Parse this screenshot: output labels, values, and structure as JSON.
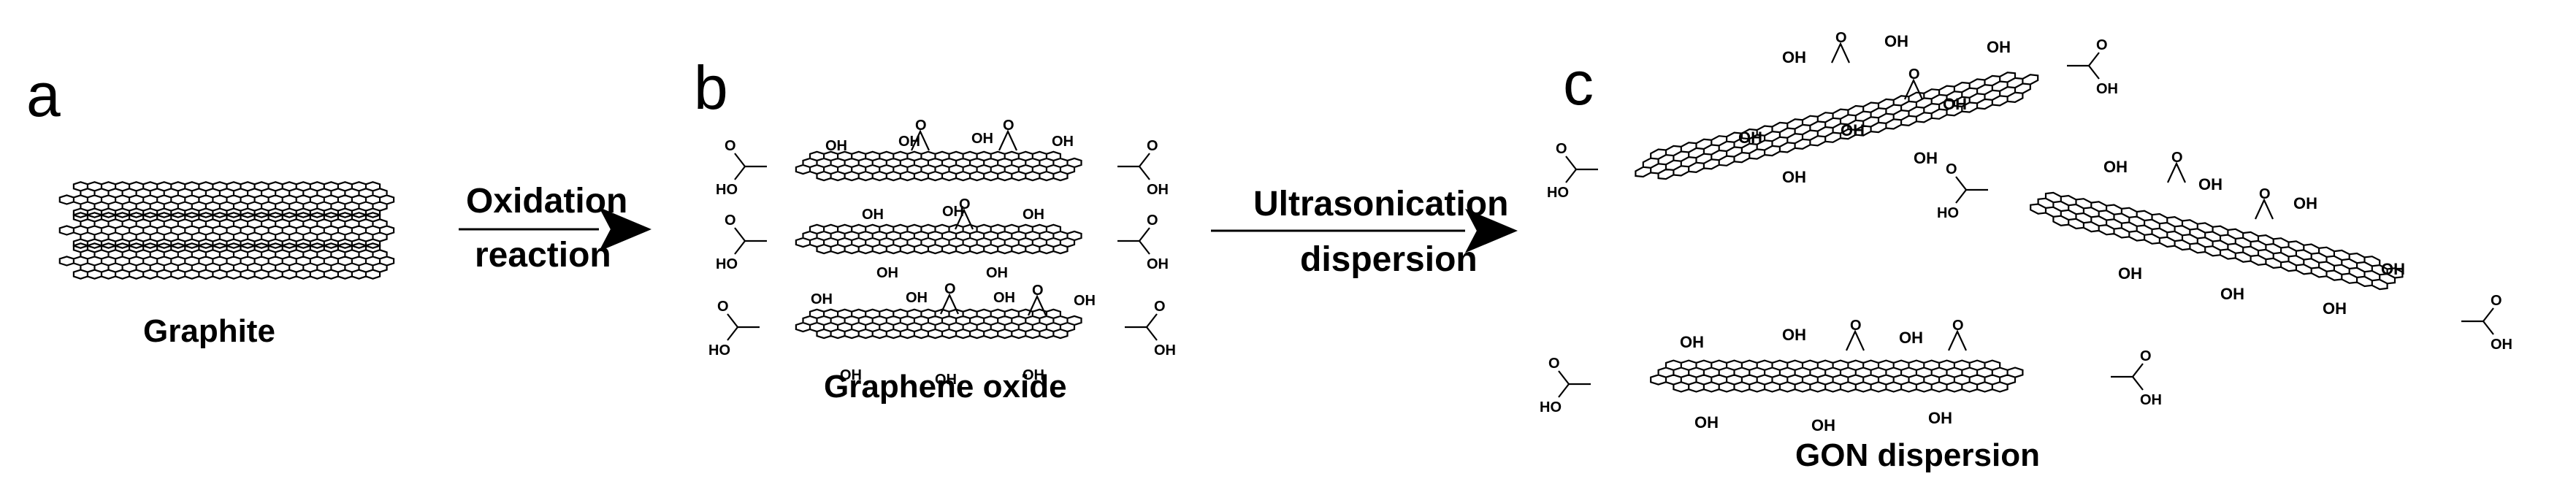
{
  "panels": {
    "a": {
      "letter": "a",
      "caption": "Graphite"
    },
    "b": {
      "letter": "b",
      "caption": "Graphene oxide"
    },
    "c": {
      "letter": "c",
      "caption": "GON dispersion"
    }
  },
  "arrows": {
    "first": {
      "line1": "Oxidation",
      "line2": "reaction"
    },
    "second": {
      "line1": "Ultrasonication",
      "line2": "dispersion"
    }
  },
  "groups": {
    "hydroxyl": "OH",
    "carboxyl": "HO",
    "carboxyl_o": "O"
  },
  "colors": {
    "line": "#000000",
    "background": "#ffffff"
  }
}
